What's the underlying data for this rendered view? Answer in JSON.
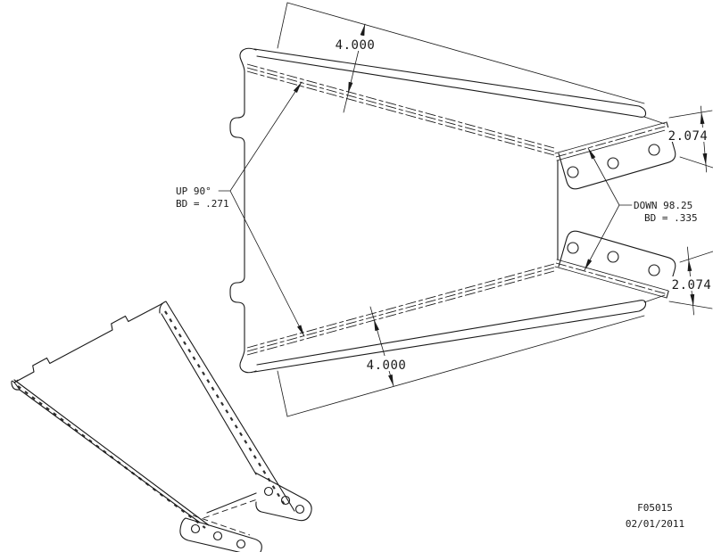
{
  "drawing": {
    "dimensions": {
      "top_flange": "4.000",
      "bottom_flange": "4.000",
      "top_tab": "2.074",
      "bottom_tab": "2.074"
    },
    "bend_notes": {
      "up": {
        "line1": "UP 90°",
        "line2": "BD = .271"
      },
      "down": {
        "line1": "DOWN 98.25",
        "line2": "BD = .335"
      }
    },
    "title_block": {
      "part_number": "F05015",
      "date": "02/01/2011"
    },
    "colors": {
      "line": "#1a1a1a",
      "background": "#ffffff"
    }
  }
}
